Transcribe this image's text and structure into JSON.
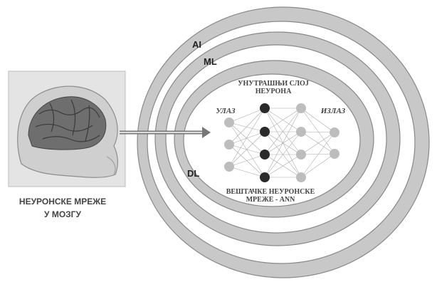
{
  "rings": {
    "ai": "AI",
    "ml": "ML",
    "dl": "DL"
  },
  "brain": {
    "caption_line1": "НЕУРОНСКЕ МРЕЖЕ",
    "caption_line2": "У МОЗГУ"
  },
  "network": {
    "input_label": "УЛАЗ",
    "output_label": "ИЗЛАЗ",
    "hidden_label_line1": "УНУТРАШЊИ СЛОЈ",
    "hidden_label_line2": "НЕУРОНА",
    "ann_label_line1": "ВЕШТАЧКЕ НЕУРОНСКЕ",
    "ann_label_line2": "МРЕЖЕ - ANN"
  }
}
